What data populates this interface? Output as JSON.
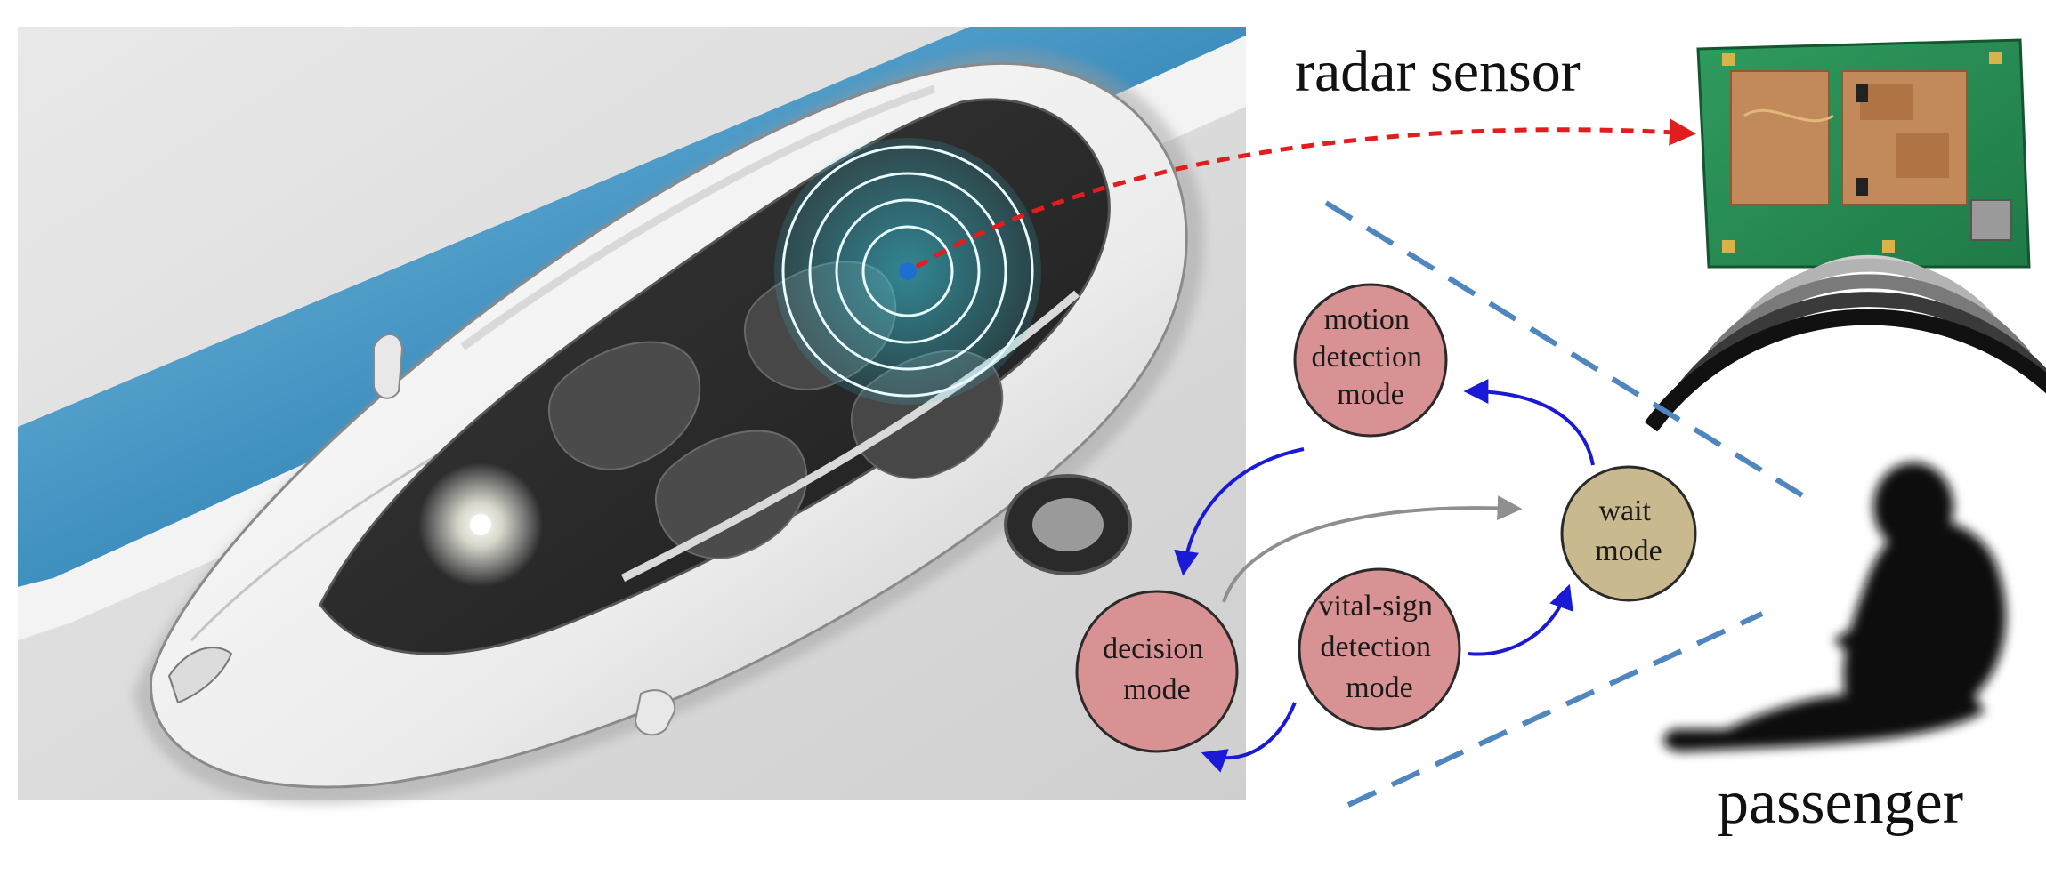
{
  "labels": {
    "radar_sensor": "radar sensor",
    "passenger": "passenger"
  },
  "modes": {
    "motion": [
      "motion",
      "detection",
      "mode"
    ],
    "decision": [
      "decision",
      "mode"
    ],
    "vital": [
      "vital-sign",
      "detection",
      "mode"
    ],
    "wait": [
      "wait",
      "mode"
    ]
  },
  "colors": {
    "mode_fill": "#d99294",
    "wait_fill": "#c9b98e",
    "transition_arrow": "#1a1ad6",
    "return_arrow": "#8f8f8f",
    "pointer_arrow": "#e11d1d",
    "beam_lines": "#4f86c0",
    "wall": "#3f8fbf",
    "radar_waves": "#2fc6e0"
  },
  "icons": {
    "car": "suv-top-view",
    "radar_board": "pcb-board-icon",
    "signal": "signal-waves-icon",
    "passenger": "seated-person-silhouette"
  }
}
